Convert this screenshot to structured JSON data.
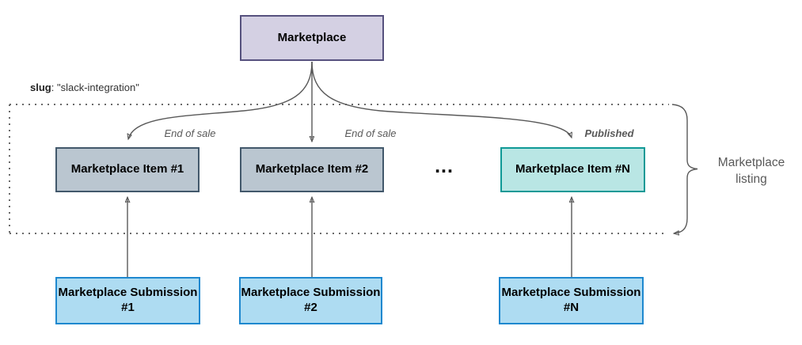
{
  "diagram": {
    "root": {
      "label": "Marketplace"
    },
    "slug_annotation": {
      "key": "slug",
      "rest": ": \"slack-integration\""
    },
    "items": [
      {
        "label": "Marketplace Item #1",
        "status": "End of sale"
      },
      {
        "label": "Marketplace Item #2",
        "status": "End of sale"
      },
      {
        "label": "Marketplace Item #N",
        "status": "Published"
      }
    ],
    "ellipsis": "...",
    "submissions": [
      {
        "label": "Marketplace Submission #1"
      },
      {
        "label": "Marketplace Submission #2"
      },
      {
        "label": "Marketplace Submission #N"
      }
    ],
    "group_label": "Marketplace listing"
  },
  "colors": {
    "root_fill": "#d4d0e3",
    "root_border": "#56517e",
    "item_fill": "#bac6d0",
    "item_border": "#42586b",
    "item_pub_fill": "#b9e6e4",
    "item_pub_border": "#0f9996",
    "sub_fill": "#aedcf2",
    "sub_border": "#1e88cf",
    "arrow": "#595959",
    "dotted": "#696969",
    "label": "#595959"
  }
}
